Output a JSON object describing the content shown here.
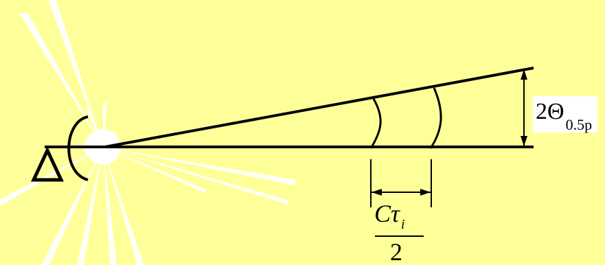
{
  "beam_width": {
    "coefficient": "2",
    "symbol": "Θ",
    "subscript": "0.5p"
  },
  "pulse_length": {
    "numerator_symbol1": "C",
    "numerator_symbol2": "τ",
    "numerator_subscript": "i",
    "denominator": "2"
  },
  "colors": {
    "background": "#FFFF99",
    "lines": "#000000",
    "glow": "#FFFFFF"
  },
  "icons": [
    "radar-antenna-icon",
    "delta-triangle-icon"
  ]
}
